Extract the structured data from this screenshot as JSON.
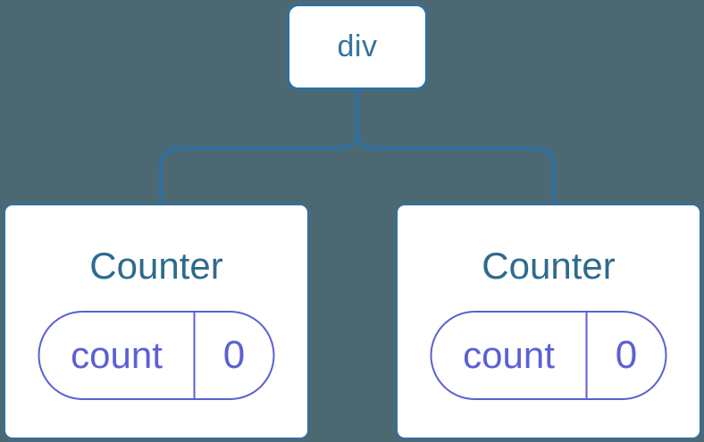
{
  "diagram": {
    "description": "React render tree: a div DOM node with two Counter component children, each holding its own count state",
    "colors": {
      "background": "#4C6973",
      "node_background": "#FFFFFF",
      "node_border_blue": "#2E70A0",
      "root_label_blue": "#35739D",
      "component_title_blue": "#2D6B8E",
      "state_purple": "#5B5FD6"
    },
    "root": {
      "label": "div"
    },
    "children": [
      {
        "title": "Counter",
        "state": [
          {
            "name": "count",
            "value": "0"
          }
        ]
      },
      {
        "title": "Counter",
        "state": [
          {
            "name": "count",
            "value": "0"
          }
        ]
      }
    ]
  }
}
